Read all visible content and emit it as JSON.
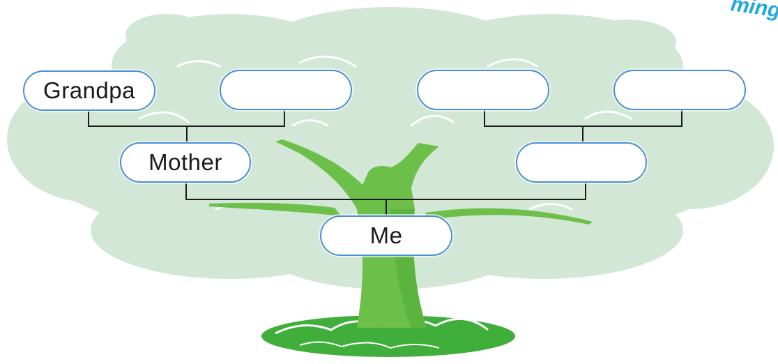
{
  "colors": {
    "canopy": "#d3e7d7",
    "trunk": "#6cc04a",
    "trunk_dark": "#4faa34",
    "grass": "#3fae3a",
    "node_border": "#4a8fd4",
    "connector": "#1a1a1a",
    "logo": "#1fa8e0"
  },
  "corner_logo": "ming",
  "nodes": {
    "grandpa": "Grandpa",
    "grandparent_2": "",
    "grandparent_3": "",
    "grandparent_4": "",
    "mother": "Mother",
    "parent_2": "",
    "me": "Me"
  }
}
